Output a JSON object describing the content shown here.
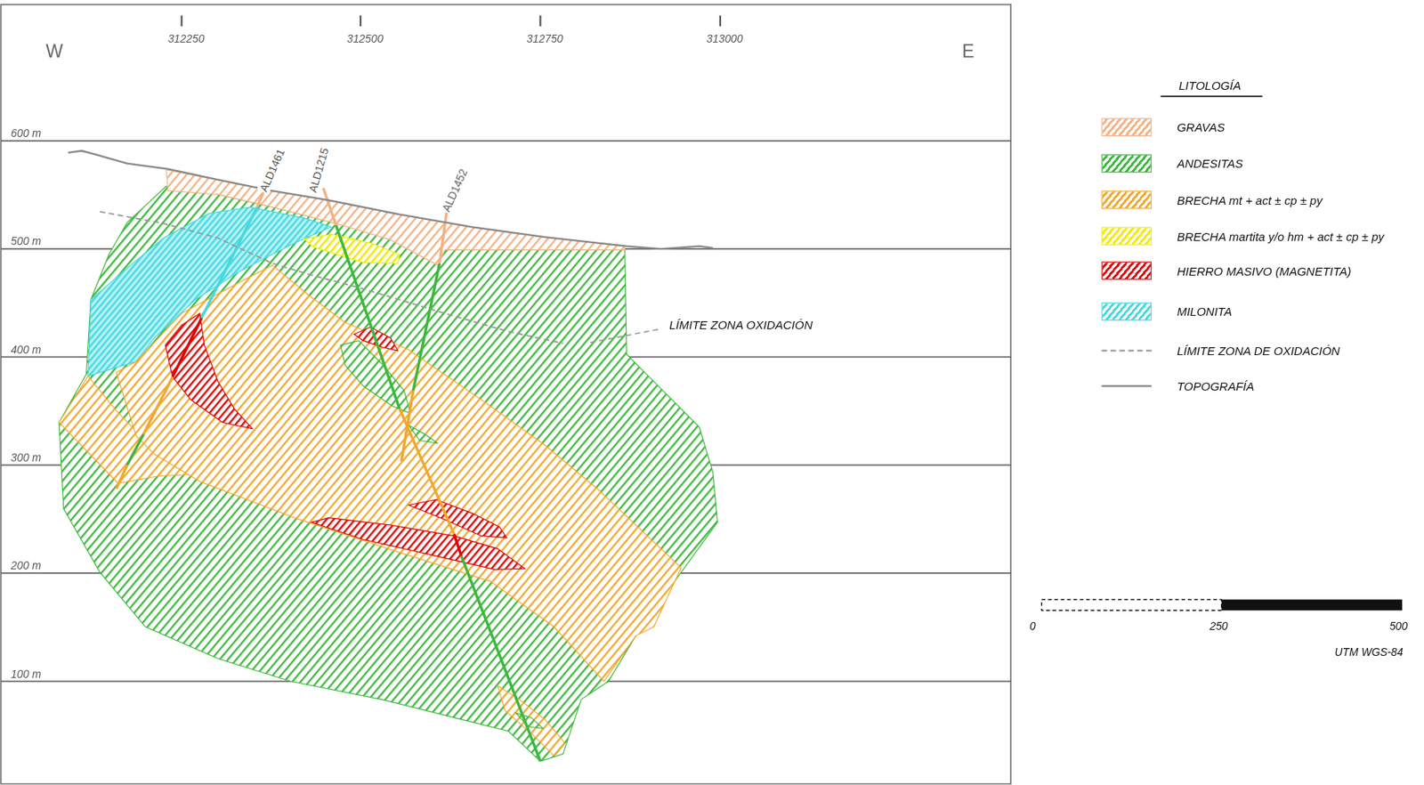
{
  "diagram": {
    "labels": [
      "W",
      "E",
      "312250",
      "312500",
      "312750",
      "313000",
      "600 m",
      "500 m",
      "400 m",
      "300 m",
      "200 m",
      "100 m",
      "ALD1461",
      "ALD1215",
      "ALD1452",
      "LÍMITE ZONA OXIDACIÓN",
      "LITOLOGÍA",
      "0",
      "250",
      "500",
      "UTM  WGS-84"
    ],
    "legend": [
      {
        "text": "GRAVAS",
        "color": "#f4b183"
      },
      {
        "text": "ANDESITAS",
        "color": "#3cb83c"
      },
      {
        "text": "BRECHA  mt + act ± cp ± py",
        "color": "#f2a72e"
      },
      {
        "text": "BRECHA  martita y/o hm + act ± cp ± py",
        "color": "#f0ea00"
      },
      {
        "text": "HIERRO MASIVO (MAGNETITA)",
        "color": "#e00000"
      },
      {
        "text": "MILONITA",
        "color": "#45d8e0"
      },
      {
        "text": "LÍMITE ZONA DE OXIDACIÓN"
      },
      {
        "text": "TOPOGRAFÍA"
      }
    ]
  }
}
